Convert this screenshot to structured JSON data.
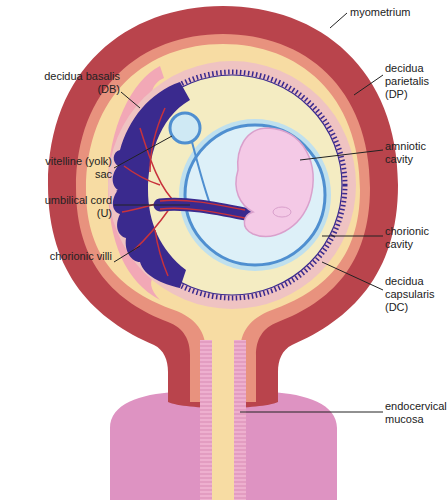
{
  "diagram": {
    "labels": [
      "myometrium",
      "decidua basalis (DB)",
      "decidua parietalis (DP)",
      "vitelline (yolk) sac",
      "amniotic cavity",
      "umbilical cord (U)",
      "chorionic cavity",
      "decidua capsularis (DC)",
      "chorionic villi",
      "endocervical mucosa"
    ]
  }
}
